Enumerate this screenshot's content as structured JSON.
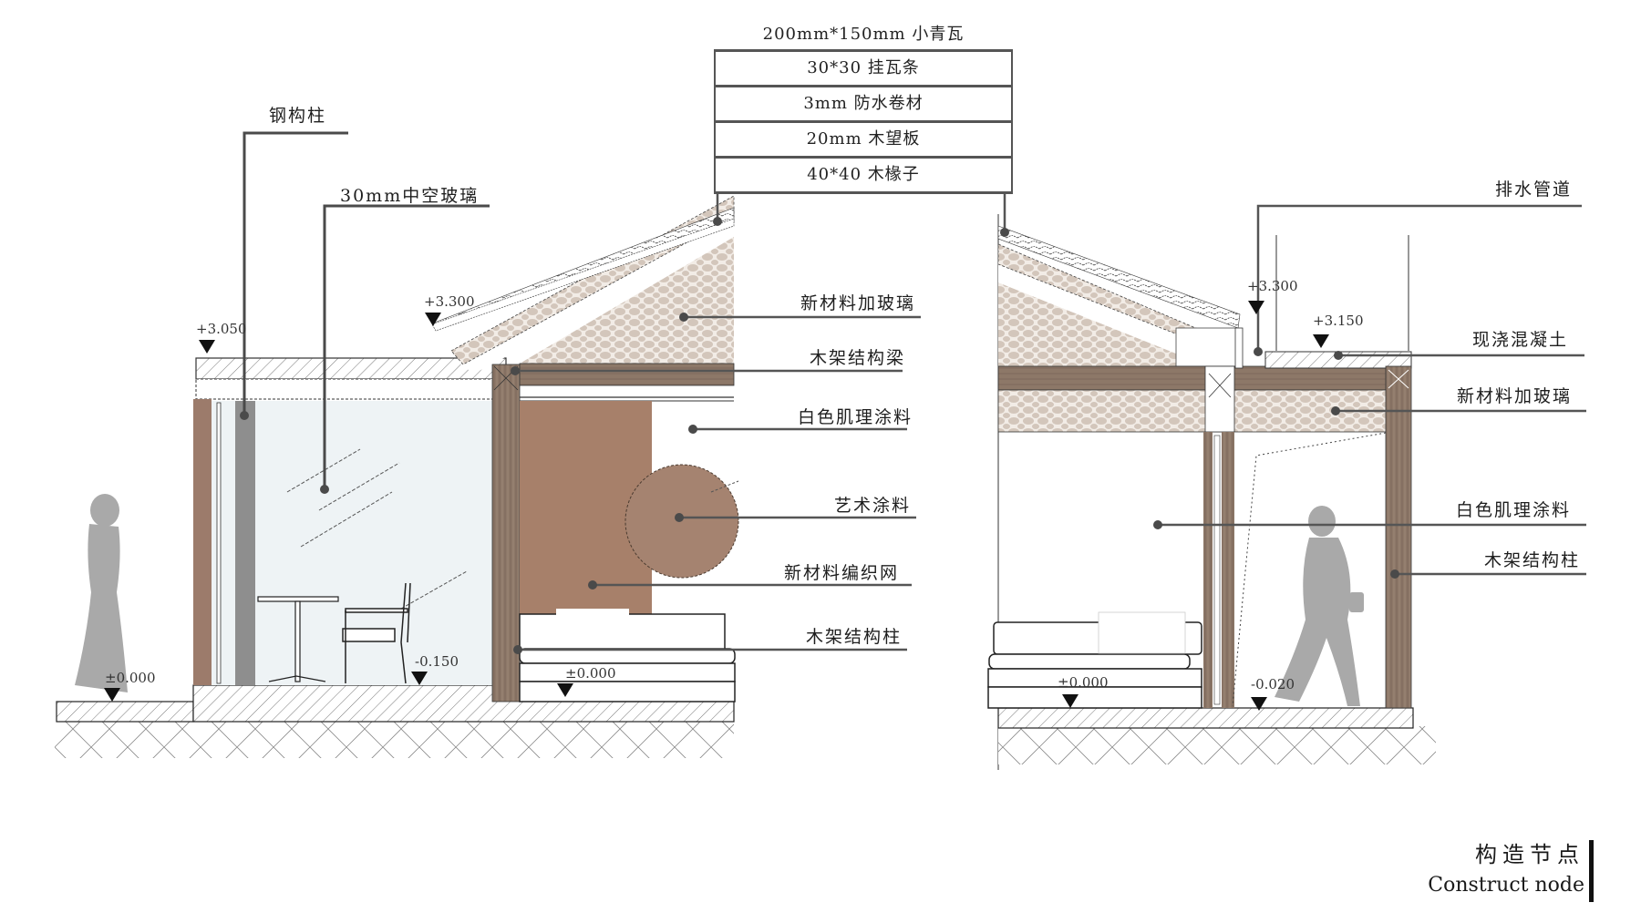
{
  "title": {
    "cn": "构造节点",
    "en": "Construct node"
  },
  "roof_layers": {
    "top": "200mm*150mm 小青瓦",
    "rows": [
      "30*30 挂瓦条",
      "3mm 防水卷材",
      "20mm 木望板",
      "40*40  木椽子"
    ]
  },
  "left_section": {
    "callouts_left": [
      {
        "label": "钢构柱"
      },
      {
        "label": "30mm中空玻璃"
      }
    ],
    "callouts_right": [
      {
        "label": "新材料加玻璃"
      },
      {
        "label": "木架结构梁"
      },
      {
        "label": "白色肌理涂料"
      },
      {
        "label": "艺术涂料"
      },
      {
        "label": "新材料编织网"
      },
      {
        "label": "木架结构柱"
      }
    ],
    "levels": {
      "roof_left": "+3.050",
      "roof_eave": "+3.300",
      "ground_outside": "±0.000",
      "floor_inside": "-0.150",
      "floor_room": "±0.000"
    }
  },
  "right_section": {
    "callouts_right": [
      {
        "label": "排水管道"
      },
      {
        "label": "现浇混凝土"
      },
      {
        "label": "新材料加玻璃"
      },
      {
        "label": "白色肌理涂料"
      },
      {
        "label": "木架结构柱"
      }
    ],
    "levels": {
      "roof_eave": "+3.300",
      "flat_roof": "+3.150",
      "floor_room": "±0.000",
      "floor_corridor": "-0.020"
    }
  },
  "colors": {
    "wood": "#8a7566",
    "art_paint": "#a7806a",
    "glass": "#eef3f5",
    "steel": "#8e8e8e",
    "lattice": "#d9cdc3",
    "silhouette": "#a9a9a9",
    "leader": "#555555"
  }
}
